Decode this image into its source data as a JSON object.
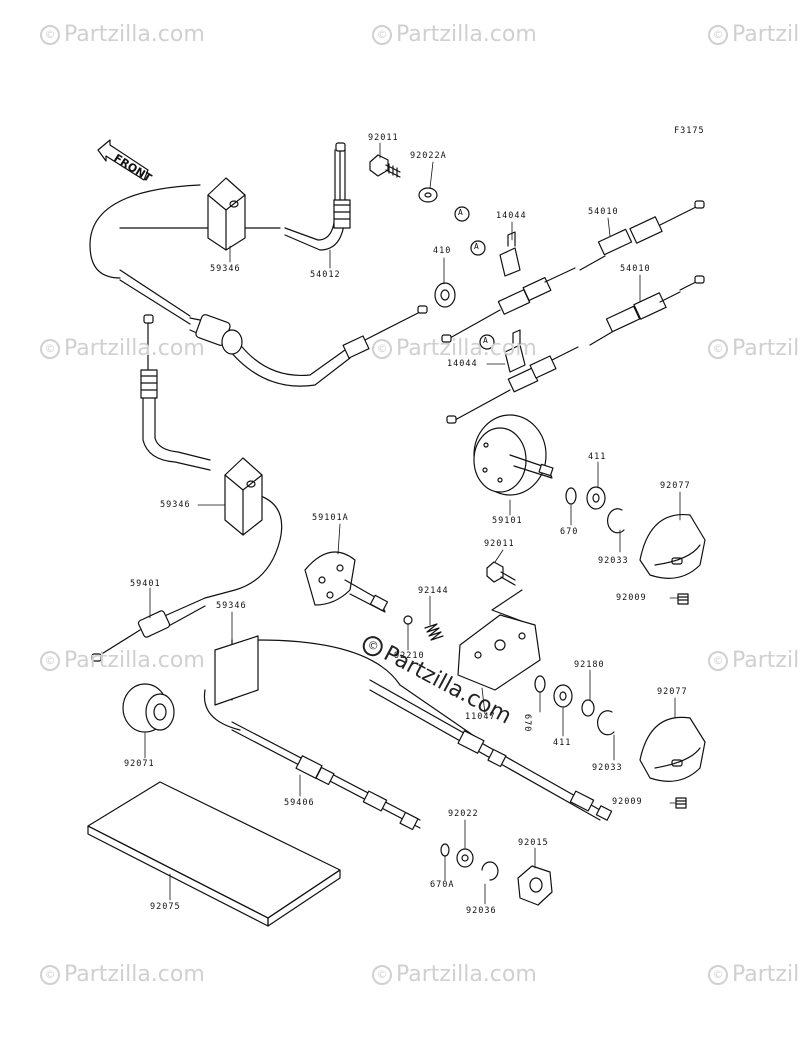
{
  "figure_code": "F3175",
  "front_label": "FRONT",
  "watermark": {
    "text": "Partzilla.com",
    "center_text": "Partzilla.com",
    "symbol": "©"
  },
  "ref_a": "A",
  "parts": {
    "p92011_a": "92011",
    "p92022A": "92022A",
    "p14044_a": "14044",
    "p54010_a": "54010",
    "p59346_a": "59346",
    "p54012": "54012",
    "p410": "410",
    "p54010_b": "54010",
    "p14044_b": "14044",
    "p411_a": "411",
    "p92077_a": "92077",
    "p59346_b": "59346",
    "p59101": "59101",
    "p670_a": "670",
    "p92033_a": "92033",
    "p59101A": "59101A",
    "p92011_b": "92011",
    "p92009_a": "92009",
    "p59401": "59401",
    "p59346_c": "59346",
    "p92144": "92144",
    "p92210": "92210",
    "p92180": "92180",
    "p92077_b": "92077",
    "p11047": "11047",
    "p670_b": "670",
    "p411_b": "411",
    "p92033_b": "92033",
    "p92071": "92071",
    "p59406": "59406",
    "p92009_b": "92009",
    "p92022": "92022",
    "p92015": "92015",
    "p670A": "670A",
    "p92036": "92036",
    "p92075": "92075"
  }
}
